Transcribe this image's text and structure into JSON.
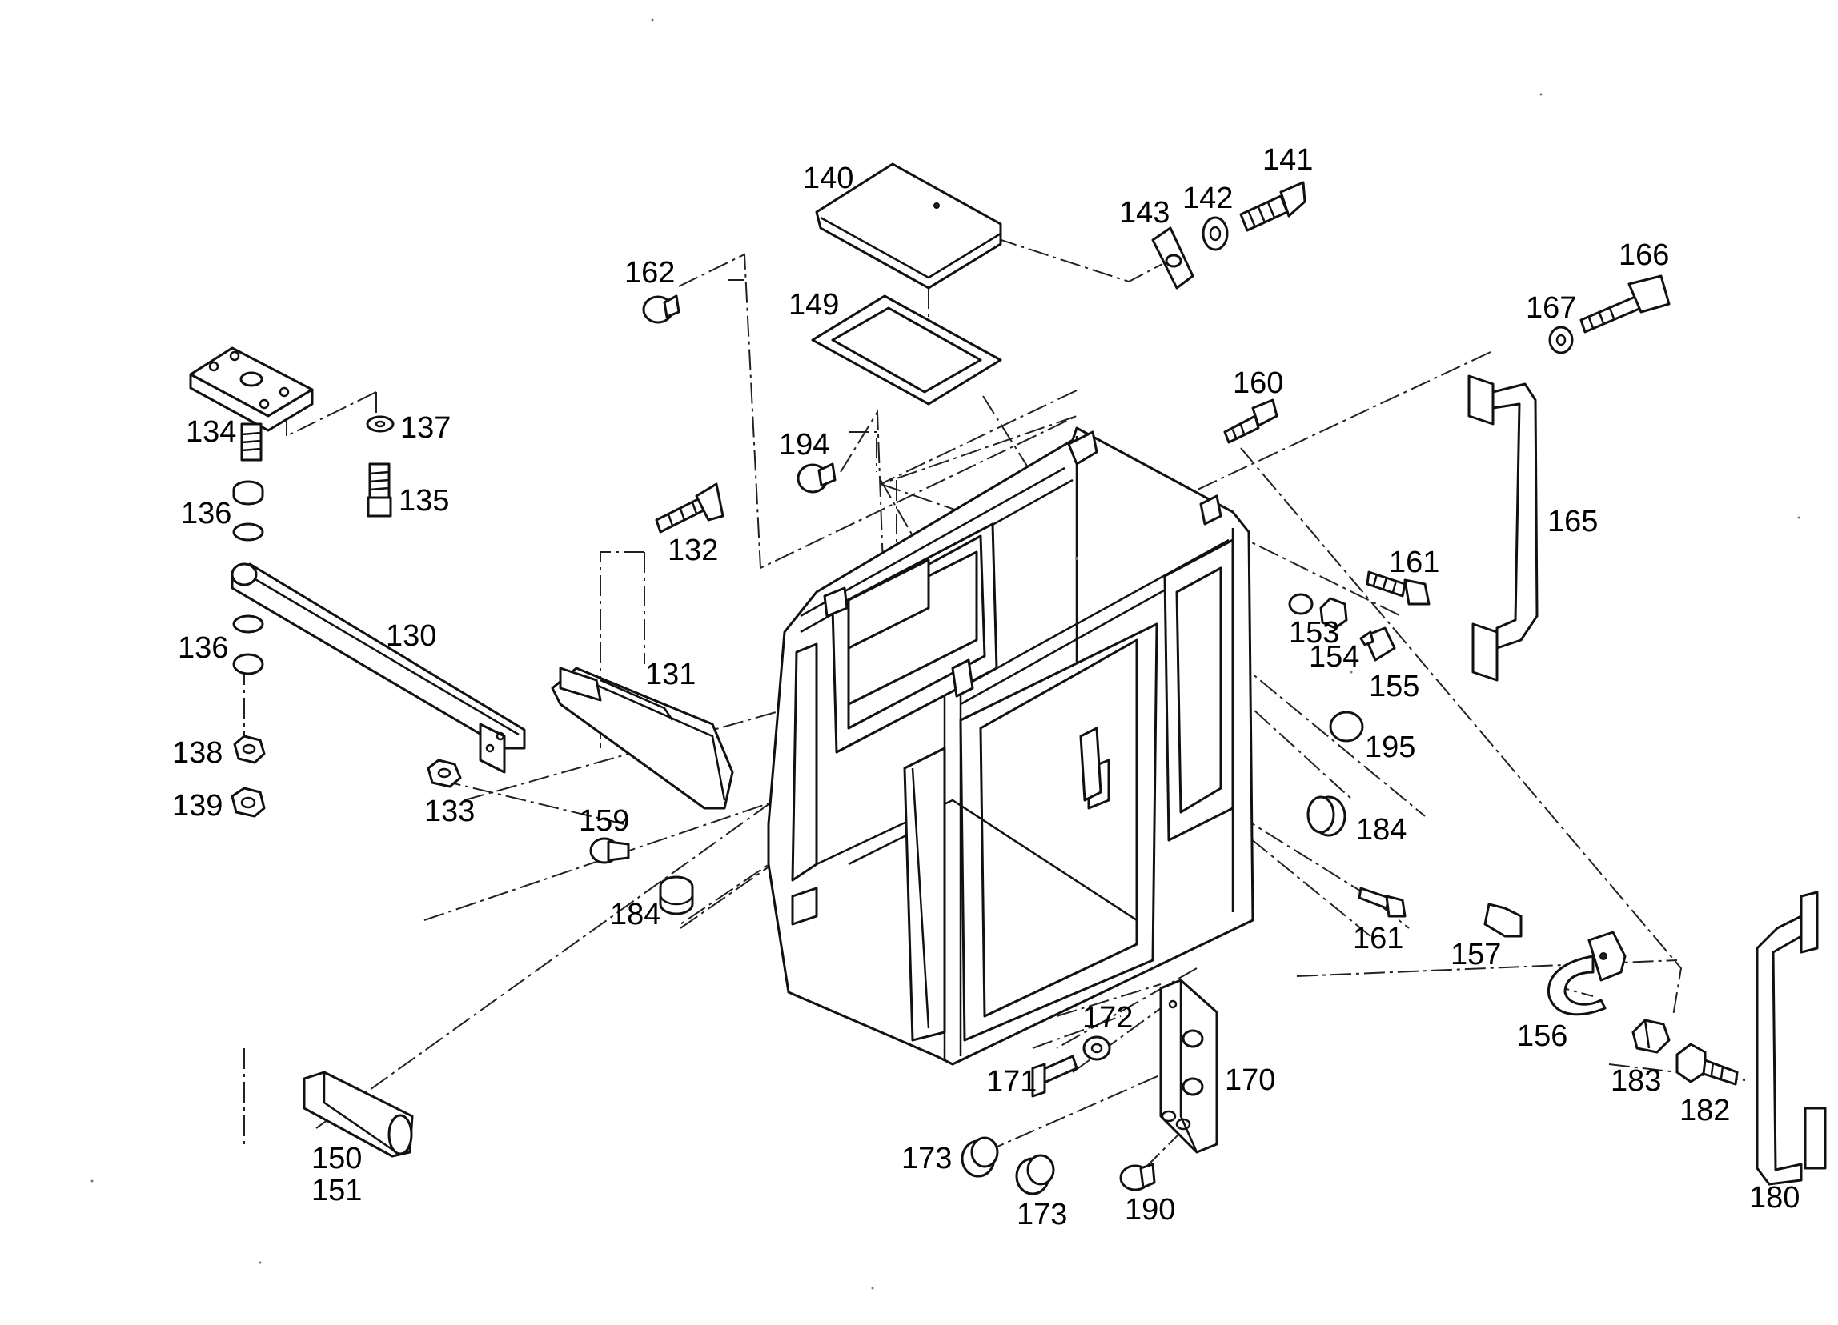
{
  "callouts": [
    {
      "id": "140",
      "text": "140"
    },
    {
      "id": "141",
      "text": "141"
    },
    {
      "id": "142",
      "text": "142"
    },
    {
      "id": "143",
      "text": "143"
    },
    {
      "id": "162",
      "text": "162"
    },
    {
      "id": "149",
      "text": "149"
    },
    {
      "id": "166",
      "text": "166"
    },
    {
      "id": "167",
      "text": "167"
    },
    {
      "id": "160",
      "text": "160"
    },
    {
      "id": "194",
      "text": "194"
    },
    {
      "id": "134",
      "text": "134"
    },
    {
      "id": "137",
      "text": "137"
    },
    {
      "id": "135",
      "text": "135"
    },
    {
      "id": "136a",
      "text": "136"
    },
    {
      "id": "132",
      "text": "132"
    },
    {
      "id": "165",
      "text": "165"
    },
    {
      "id": "161a",
      "text": "161"
    },
    {
      "id": "130",
      "text": "130"
    },
    {
      "id": "153",
      "text": "153"
    },
    {
      "id": "154",
      "text": "154"
    },
    {
      "id": "155",
      "text": "155"
    },
    {
      "id": "136b",
      "text": "136"
    },
    {
      "id": "131",
      "text": "131"
    },
    {
      "id": "195",
      "text": "195"
    },
    {
      "id": "138",
      "text": "138"
    },
    {
      "id": "139",
      "text": "139"
    },
    {
      "id": "133",
      "text": "133"
    },
    {
      "id": "184a",
      "text": "184"
    },
    {
      "id": "159",
      "text": "159"
    },
    {
      "id": "184b",
      "text": "184"
    },
    {
      "id": "161b",
      "text": "161"
    },
    {
      "id": "157",
      "text": "157"
    },
    {
      "id": "172",
      "text": "172"
    },
    {
      "id": "156",
      "text": "156"
    },
    {
      "id": "171",
      "text": "171"
    },
    {
      "id": "170",
      "text": "170"
    },
    {
      "id": "183",
      "text": "183"
    },
    {
      "id": "182",
      "text": "182"
    },
    {
      "id": "150",
      "text": "150"
    },
    {
      "id": "151",
      "text": "151"
    },
    {
      "id": "173a",
      "text": "173"
    },
    {
      "id": "173b",
      "text": "173"
    },
    {
      "id": "190",
      "text": "190"
    },
    {
      "id": "180",
      "text": "180"
    }
  ]
}
